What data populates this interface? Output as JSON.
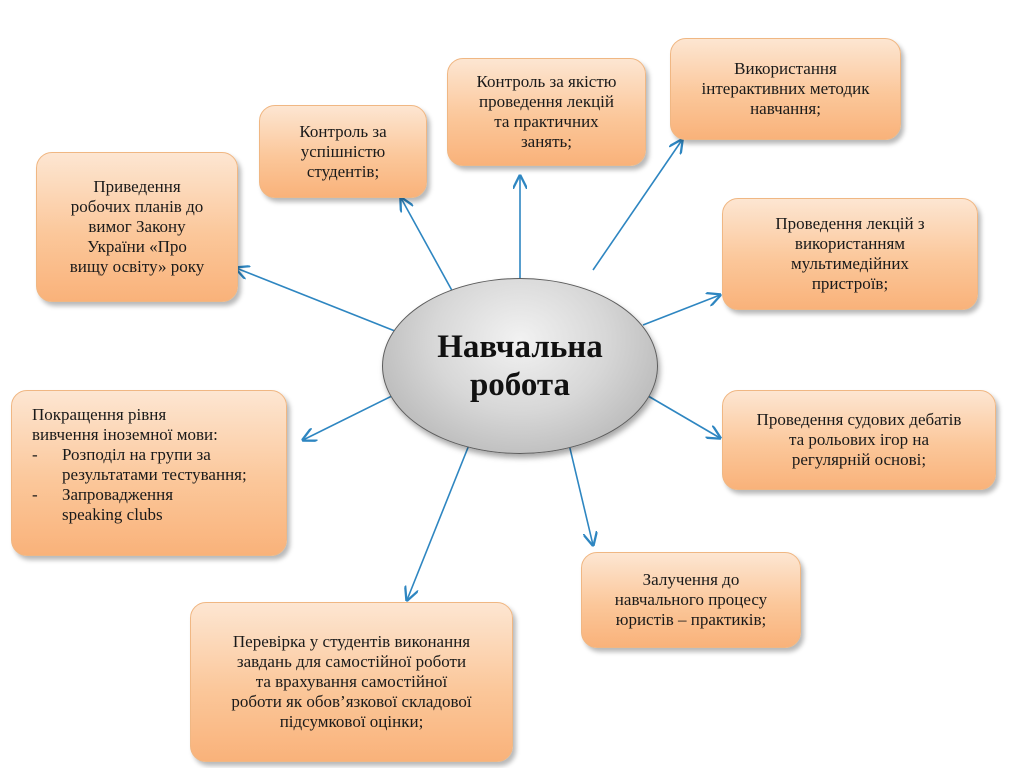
{
  "center": {
    "title": "Навчальна\nробота"
  },
  "nodes": {
    "work_plans": "Приведення\nробочих планів до\nвимог Закону\nУкраїни «Про\nвищу освіту» року",
    "performance_control": "Контроль за\nуспішністю\nстудентів;",
    "lecture_quality": "Контроль за якістю\nпроведення лекцій\nта практичних\nзанять;",
    "interactive_methods": "Використання\nінтерактивних методик\nнавчання;",
    "multimedia_lectures": "Проведення лекцій з\nвикористанням\nмультимедійних\nпристроїв;",
    "court_debates": "Проведення судових дебатів\nта рольових ігор на\nрегулярній основі;",
    "practicing_lawyers": "Залучення до\nнавчального процесу\nюристів – практиків;",
    "self_study_check": "Перевірка у студентів виконання\nзавдань для самостійної роботи\nта врахування самостійної\nроботи як обов’язкової складової\nпідсумкової оцінки;",
    "foreign_language": {
      "heading": "Покращення рівня\nвивчення іноземної мови:",
      "items": [
        {
          "marker": "-",
          "text": "Розподіл на групи за\nрезультатами тестування;"
        },
        {
          "marker": "-",
          "text": "Запровадження\nspeaking clubs"
        }
      ]
    }
  },
  "colors": {
    "arrow": "#2e86c1",
    "box_border": "#f0b783",
    "ellipse_border": "#5c5c5c"
  }
}
